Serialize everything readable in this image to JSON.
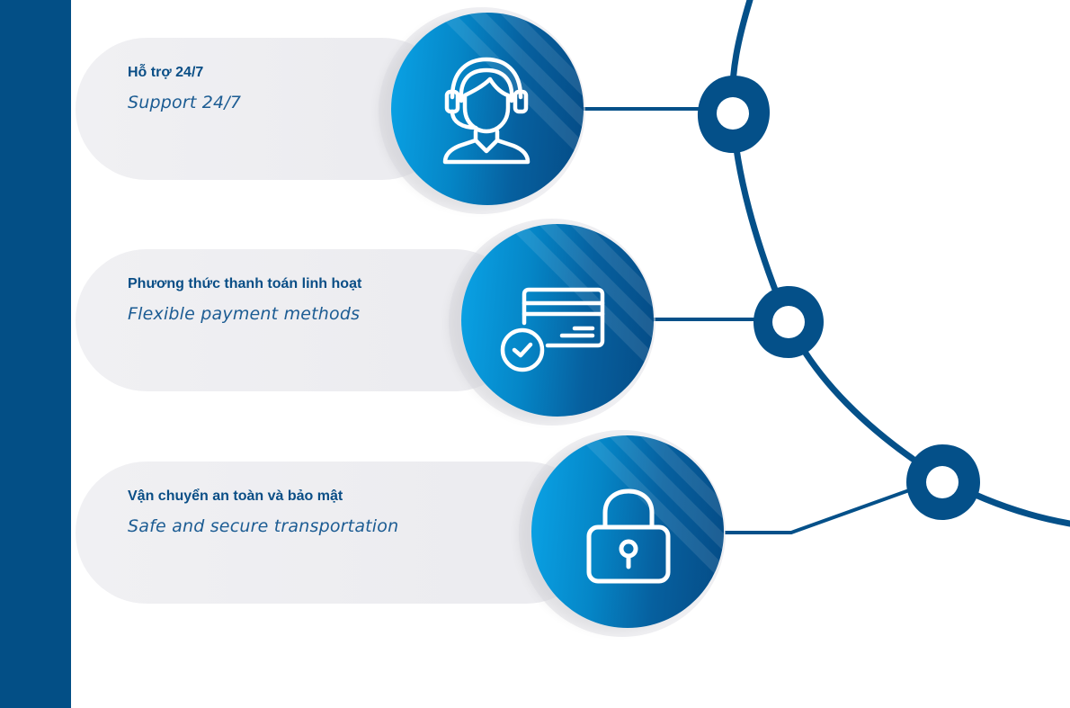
{
  "features": [
    {
      "title_vi": "Hỗ trợ 24/7",
      "title_en": "Support 24/7",
      "icon": "headset-operator-icon"
    },
    {
      "title_vi": "Phương thức thanh toán linh hoạt",
      "title_en": "Flexible payment methods",
      "icon": "credit-card-check-icon"
    },
    {
      "title_vi": "Vận chuyển an toàn và bảo mật",
      "title_en": "Safe and secure transportation",
      "icon": "padlock-icon"
    }
  ],
  "colors": {
    "brand_dark": "#034f86",
    "brand_light": "#0aa3e6",
    "card_bg": "#ededf1"
  }
}
